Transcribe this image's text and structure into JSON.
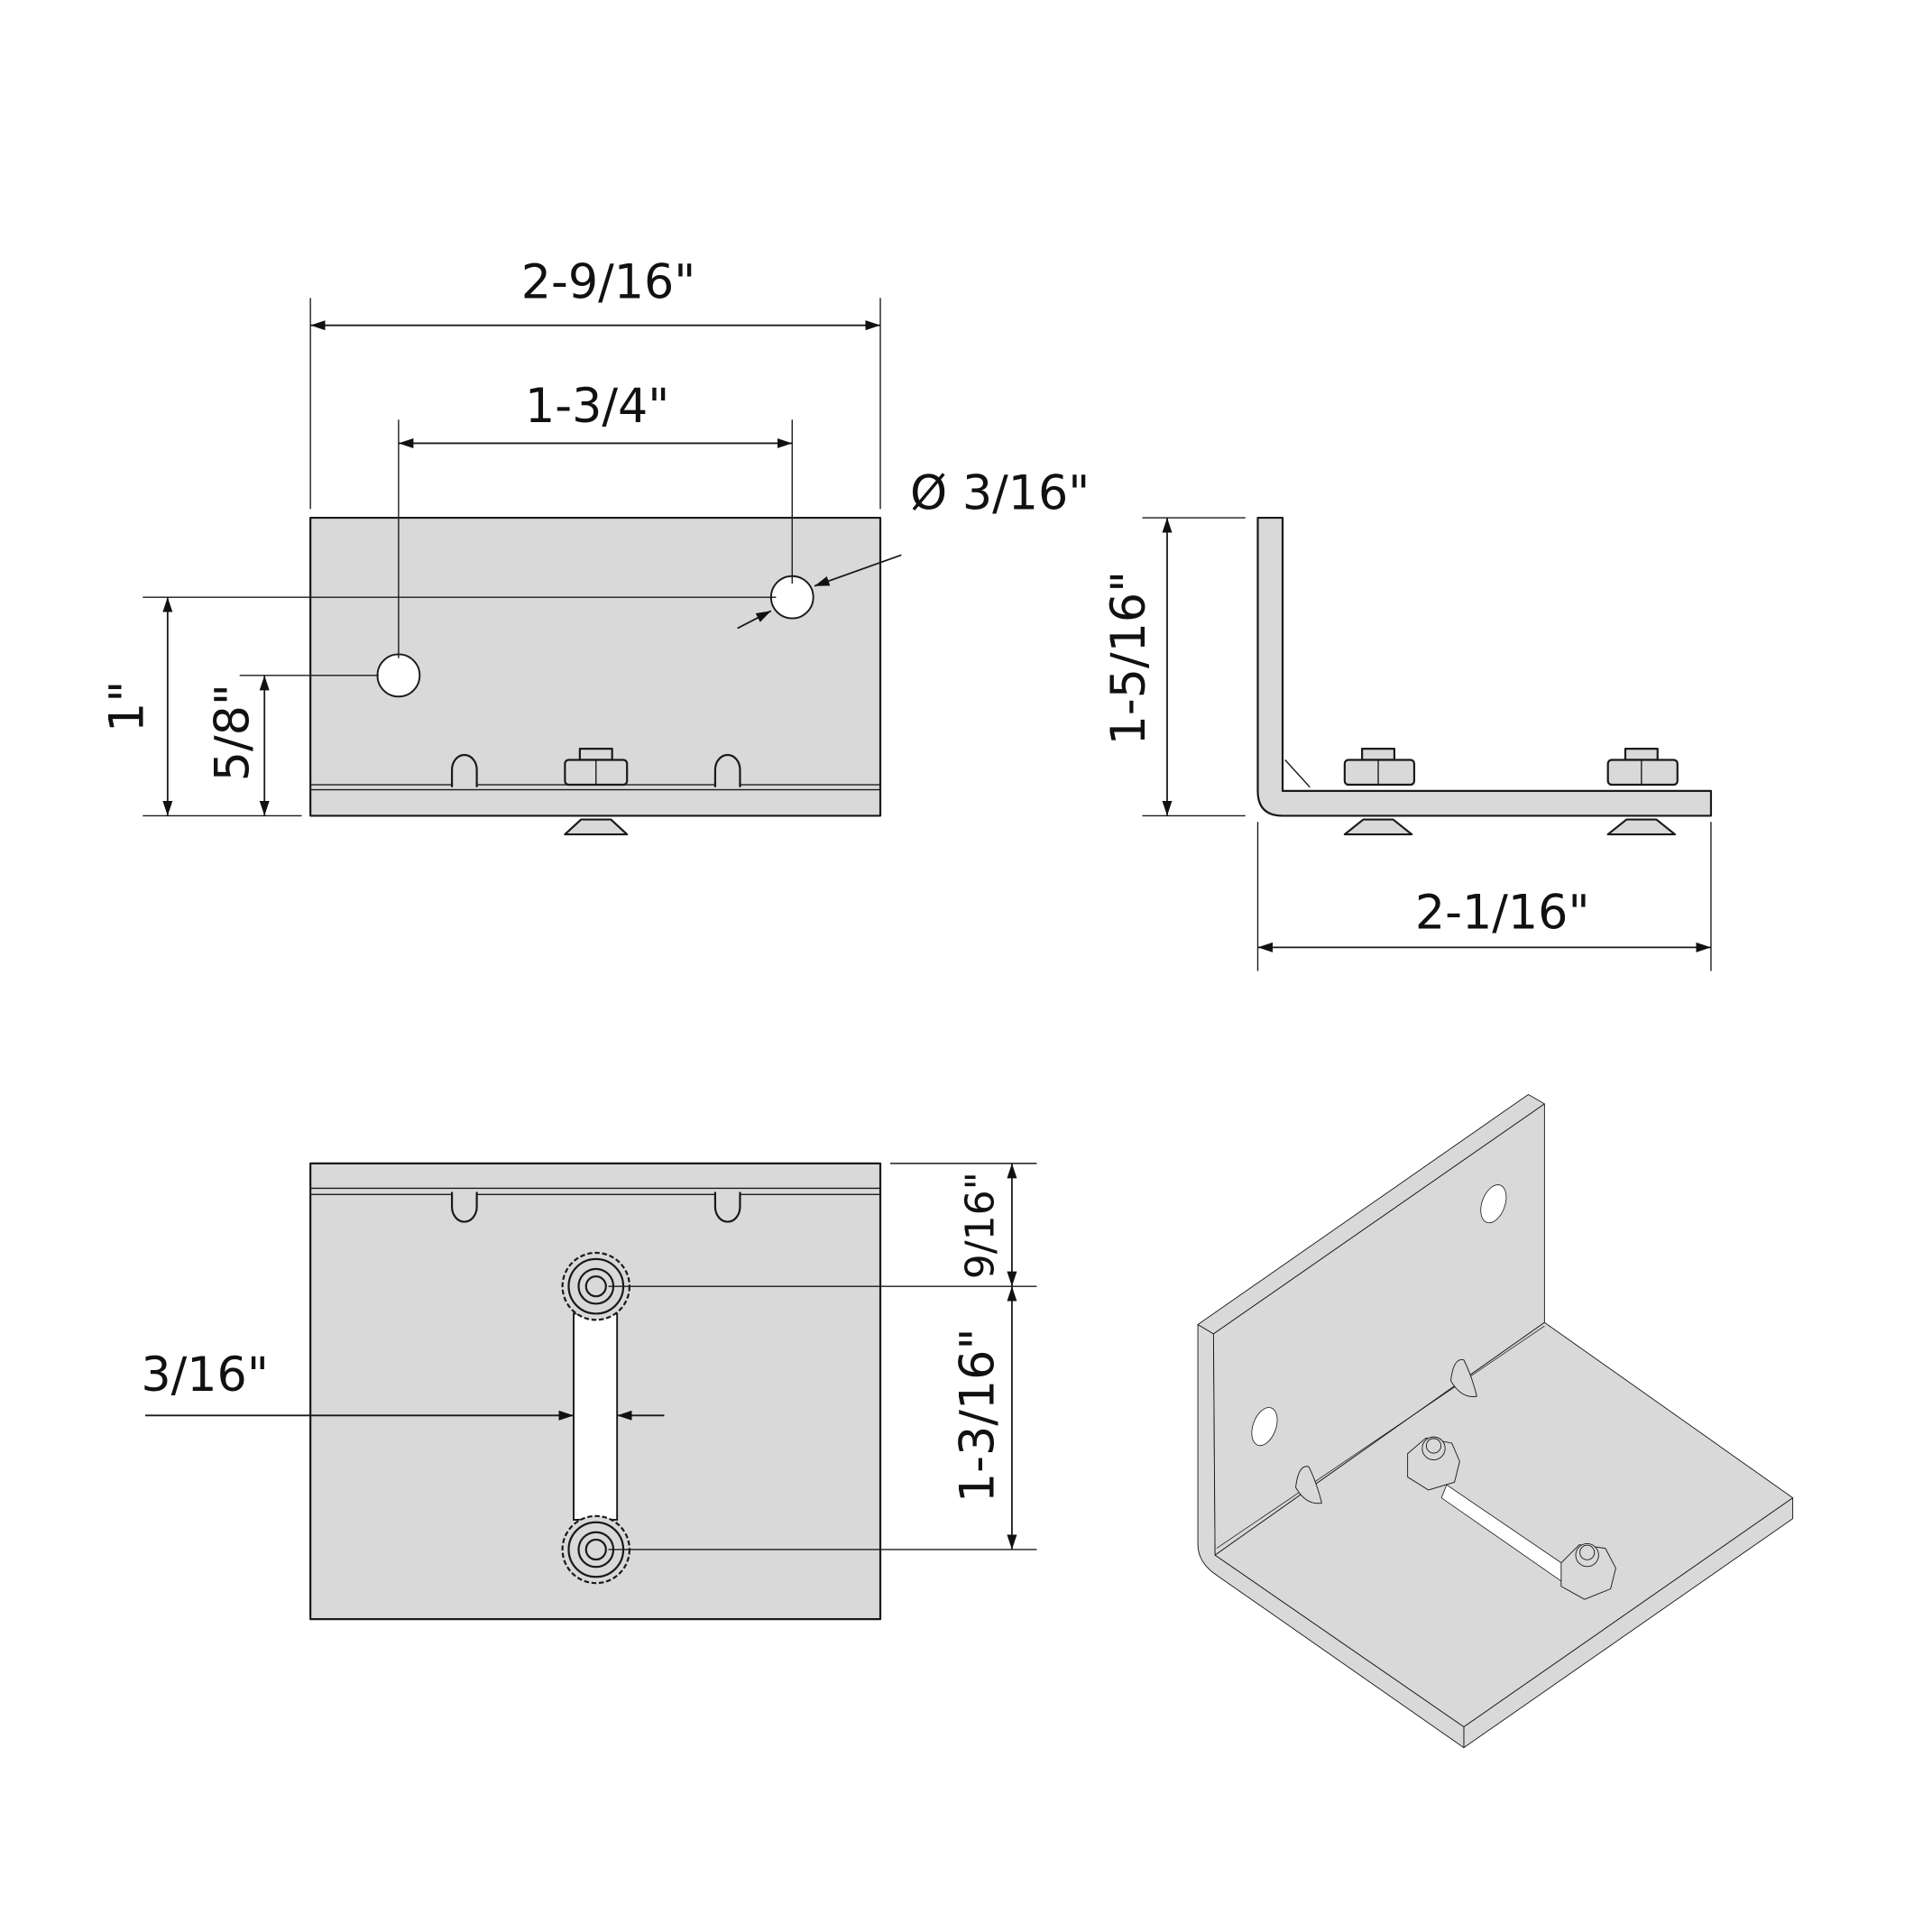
{
  "colors": {
    "part_fill": "#d9d9d9",
    "line": "#1a1a1a",
    "background": "#ffffff"
  },
  "front_view": {
    "overall_width": "2-9/16\"",
    "hole_spacing": "1-3/4\"",
    "hole_diameter": "Ø 3/16\"",
    "upper_hole_height": "1\"",
    "lower_hole_height": "5/8\""
  },
  "side_view": {
    "height": "1-5/16\"",
    "depth": "2-1/16\""
  },
  "top_view": {
    "slot_width": "3/16\"",
    "edge_to_bolt": "9/16\"",
    "bolt_spacing": "1-3/16\""
  }
}
